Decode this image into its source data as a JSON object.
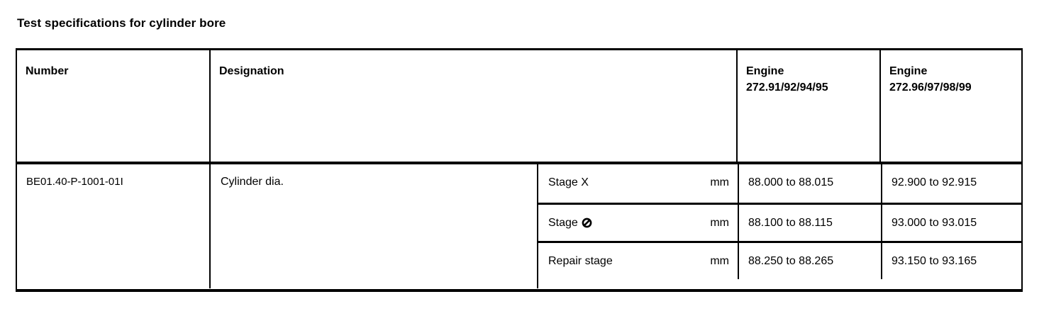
{
  "document": {
    "title": "Test specifications for cylinder bore"
  },
  "table": {
    "headers": {
      "number": "Number",
      "designation": "Designation",
      "engine_a": {
        "line1": "Engine",
        "line2": "272.91/92/94/95"
      },
      "engine_b": {
        "line1": "Engine",
        "line2": "272.96/97/98/99"
      }
    },
    "rows": [
      {
        "number": "BE01.40-P-1001-01I",
        "designation": "Cylinder dia.",
        "stages": [
          {
            "label": "Stage X",
            "symbol": null,
            "unit": "mm",
            "engine_a": "88.000 to 88.015",
            "engine_b": "92.900 to 92.915"
          },
          {
            "label": "Stage",
            "symbol": "crossed-circle-icon",
            "unit": "mm",
            "engine_a": "88.100 to 88.115",
            "engine_b": "93.000 to 93.015"
          },
          {
            "label": "Repair stage",
            "symbol": null,
            "unit": "mm",
            "engine_a": "88.250 to 88.265",
            "engine_b": "93.150 to 93.165"
          }
        ]
      }
    ]
  },
  "colors": {
    "text": "#000000",
    "background": "#ffffff",
    "border": "#000000"
  }
}
